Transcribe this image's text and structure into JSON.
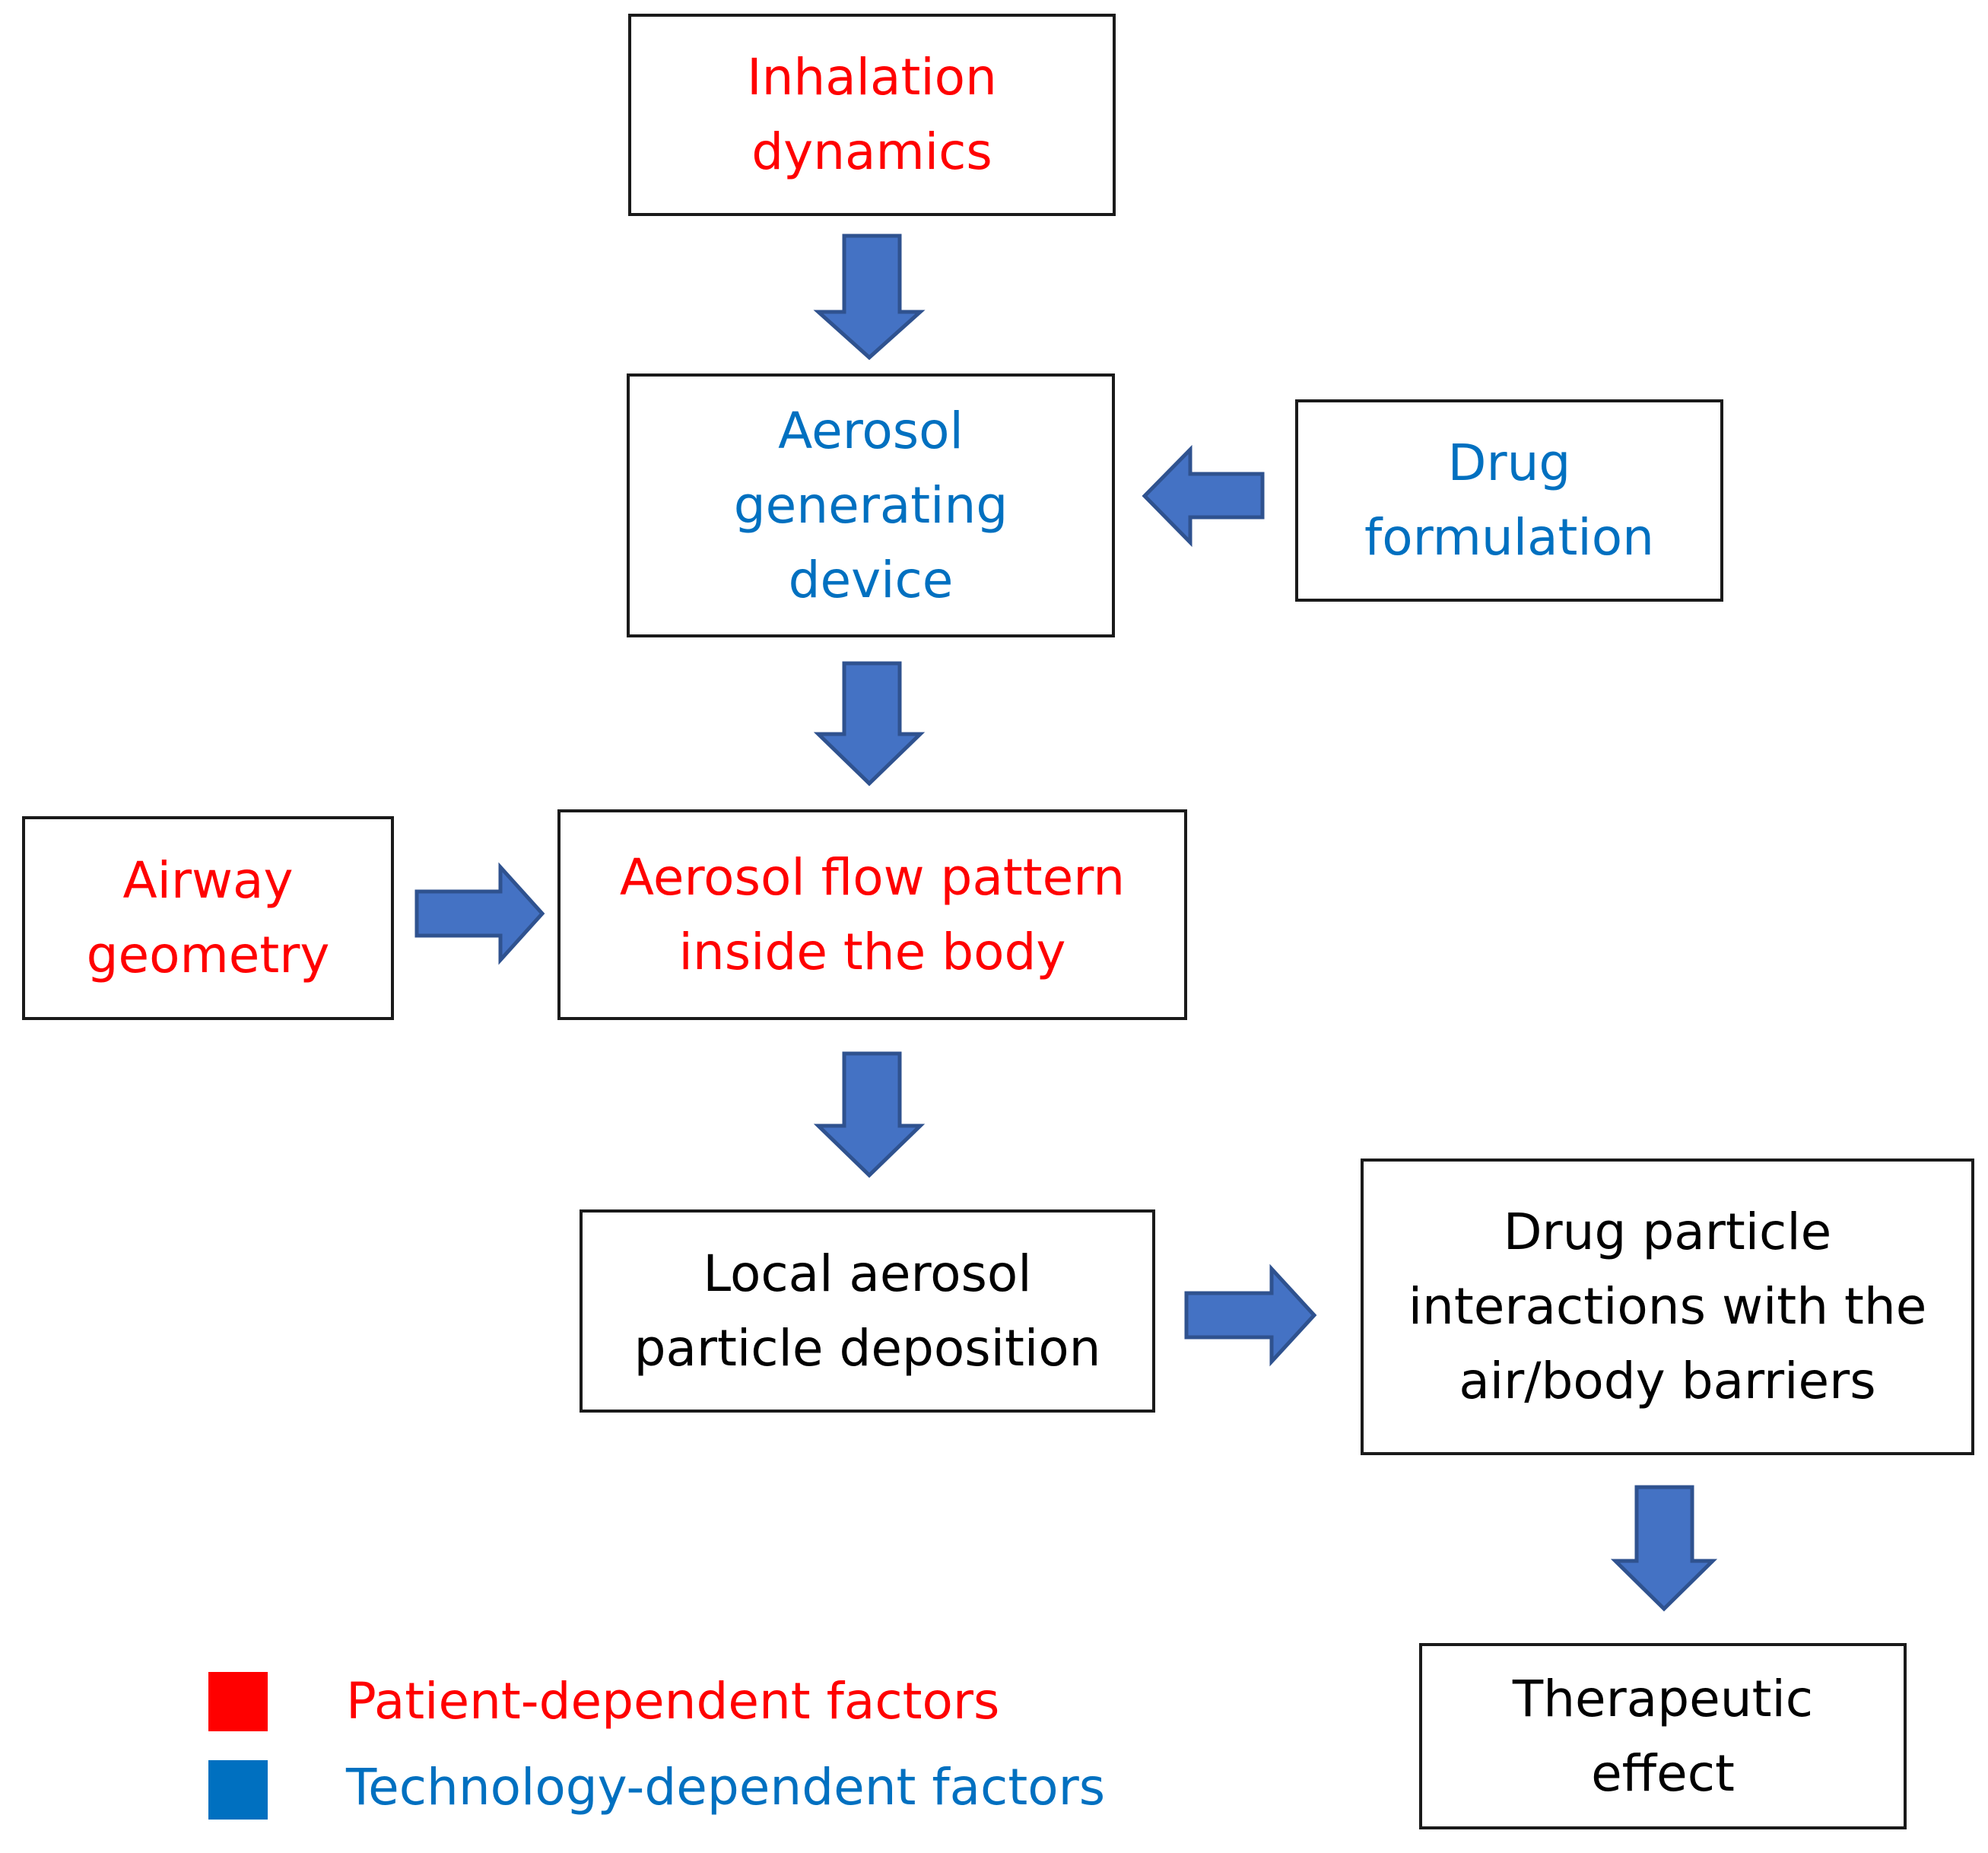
{
  "nodes": {
    "inhalation": "Inhalation\ndynamics",
    "aerosol_device": "Aerosol\ngenerating\ndevice",
    "drug_formulation": "Drug\nformulation",
    "airway_geometry": "Airway\ngeometry",
    "flow_pattern": "Aerosol flow pattern\ninside the body",
    "deposition": "Local aerosol\nparticle deposition",
    "interactions": "Drug particle\ninteractions with the\nair/body barriers",
    "therapeutic": "Therapeutic\neffect"
  },
  "legend": {
    "patient": "Patient-dependent factors",
    "technology": "Technology-dependent factors"
  },
  "colors": {
    "patient": "#ff0000",
    "technology": "#0070c0",
    "neutral": "#000000",
    "arrow_fill": "#4472c4",
    "arrow_stroke": "#2f528f"
  }
}
